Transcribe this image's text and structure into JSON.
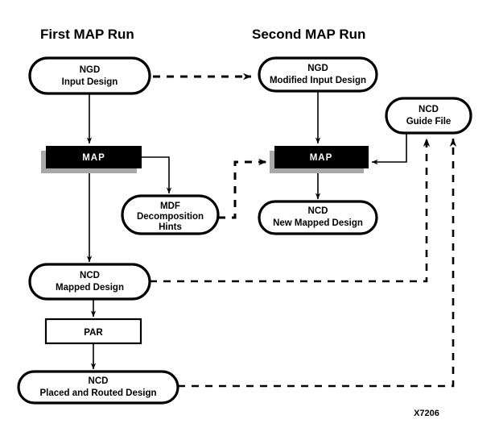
{
  "figure": {
    "id_label": "X7206",
    "background_color": "#ffffff",
    "line_color": "#000000",
    "shadow_color": "#a8a8a8",
    "process_box_fill": "#000000",
    "process_box_text_color": "#ffffff"
  },
  "columns": [
    {
      "title": "First MAP Run"
    },
    {
      "title": "Second MAP Run"
    }
  ],
  "nodes": {
    "ngd_input": {
      "shape": "rounded",
      "lines": [
        "NGD",
        "Input Design"
      ]
    },
    "map1": {
      "shape": "box-black",
      "lines": [
        "MAP"
      ]
    },
    "mdf_hints": {
      "shape": "rounded",
      "lines": [
        "MDF",
        "Decomposition",
        "Hints"
      ]
    },
    "ncd_mapped": {
      "shape": "rounded",
      "lines": [
        "NCD",
        "Mapped Design"
      ]
    },
    "par": {
      "shape": "box",
      "lines": [
        "PAR"
      ]
    },
    "ncd_placed_routed": {
      "shape": "rounded",
      "lines": [
        "NCD",
        "Placed and Routed Design"
      ]
    },
    "ngd_modified": {
      "shape": "rounded",
      "lines": [
        "NGD",
        "Modified Input Design"
      ]
    },
    "map2": {
      "shape": "box-black",
      "lines": [
        "MAP"
      ]
    },
    "ncd_new_mapped": {
      "shape": "rounded",
      "lines": [
        "NCD",
        "New Mapped Design"
      ]
    },
    "ncd_guide": {
      "shape": "rounded",
      "lines": [
        "NCD",
        "Guide File"
      ]
    }
  },
  "edges": [
    {
      "from": "ngd_input",
      "to": "map1",
      "style": "solid"
    },
    {
      "from": "map1",
      "to": "mdf_hints",
      "style": "solid"
    },
    {
      "from": "map1",
      "to": "ncd_mapped",
      "style": "solid"
    },
    {
      "from": "ncd_mapped",
      "to": "par",
      "style": "solid"
    },
    {
      "from": "par",
      "to": "ncd_placed_routed",
      "style": "solid"
    },
    {
      "from": "ngd_input",
      "to": "ngd_modified",
      "style": "dashed"
    },
    {
      "from": "ngd_modified",
      "to": "map2",
      "style": "solid"
    },
    {
      "from": "mdf_hints",
      "to": "map2",
      "style": "dashed"
    },
    {
      "from": "map2",
      "to": "ncd_new_mapped",
      "style": "solid"
    },
    {
      "from": "ncd_guide",
      "to": "map2",
      "style": "solid"
    },
    {
      "from": "ncd_mapped",
      "to": "ncd_guide",
      "style": "dashed"
    },
    {
      "from": "ncd_placed_routed",
      "to": "ncd_guide",
      "style": "dashed"
    }
  ]
}
